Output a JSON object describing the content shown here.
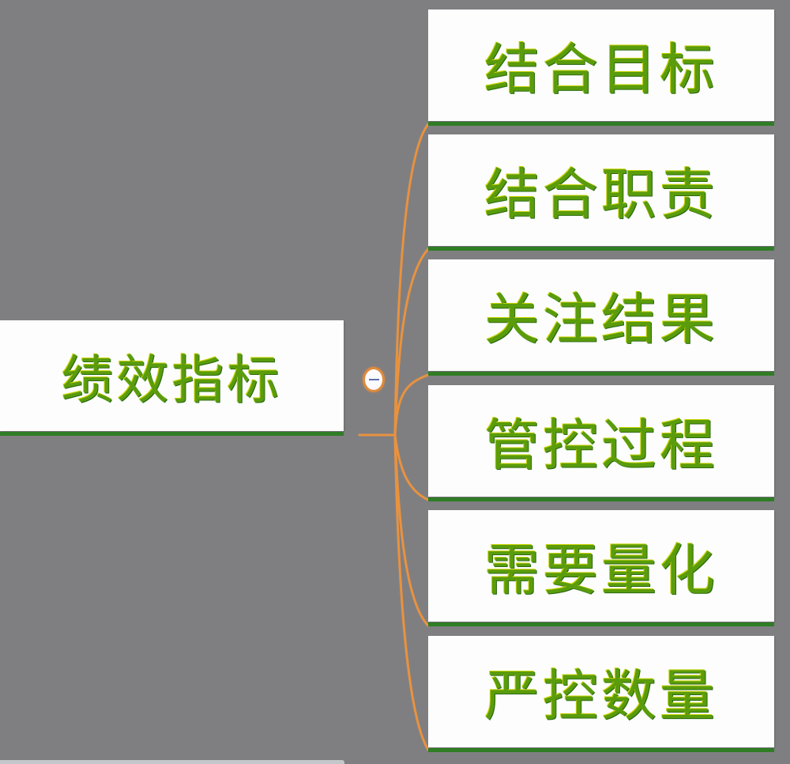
{
  "mindmap": {
    "root": {
      "label": "绩效指标"
    },
    "children": [
      {
        "label": "结合目标"
      },
      {
        "label": "结合职责"
      },
      {
        "label": "关注结果"
      },
      {
        "label": "管控过程"
      },
      {
        "label": "需要量化"
      },
      {
        "label": "严控数量"
      }
    ],
    "collapse_button": {
      "icon": "minus-icon",
      "state": "expanded"
    }
  },
  "colors": {
    "background": "#7f7f82",
    "node_fill": "#fdfdfd",
    "node_underline": "#2f7d25",
    "text": "#5a9c0c",
    "connector": "#e8923f",
    "collapse_border": "#e08a3c",
    "collapse_minus": "#5b6fb0"
  }
}
